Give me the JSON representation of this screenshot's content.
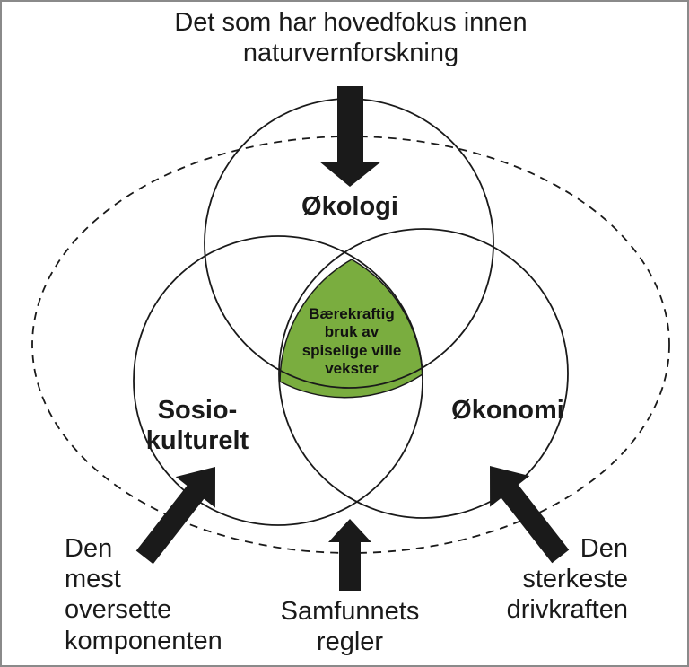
{
  "diagram": {
    "top_note": [
      "Det som har hovedfokus innen",
      "naturvernforskning"
    ],
    "circles": {
      "ecology": "Økologi",
      "sociocultural": [
        "Sosio-",
        "kulturelt"
      ],
      "economy": "Økonomi"
    },
    "center": [
      "Bærekraftig",
      "bruk av",
      "spiselige ville",
      "vekster"
    ],
    "bottom_left_note": [
      "Den",
      "mest",
      "oversette",
      "komponenten"
    ],
    "bottom_center_note": [
      "Samfunnets",
      "regler"
    ],
    "bottom_right_note": [
      "Den",
      "sterkeste",
      "drivkraften"
    ],
    "colors": {
      "center_fill": "#7aad3f",
      "stroke": "#1a1a1a",
      "frame": "#8a8a8a"
    }
  }
}
